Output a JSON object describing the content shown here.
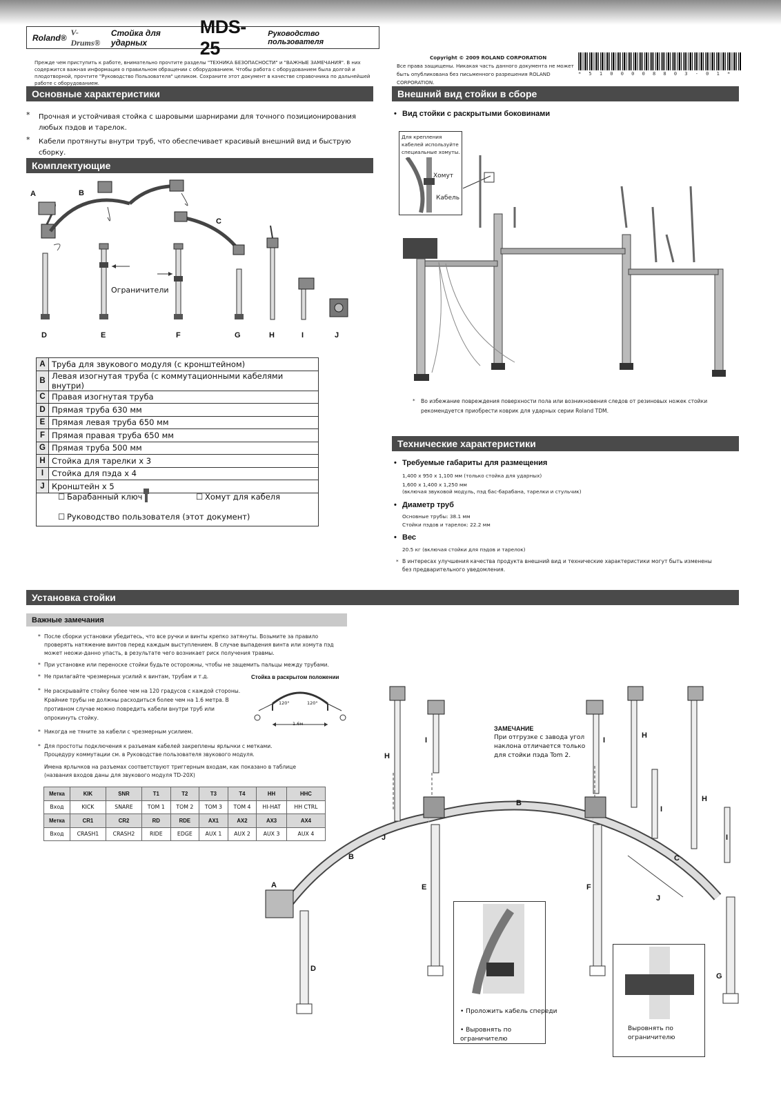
{
  "header": {
    "brand": "Roland®",
    "line": "V-Drums®",
    "product_prefix": "Стойка для ударных",
    "model": "MDS-25",
    "doc_type": "Руководство пользователя"
  },
  "intro": "Прежде чем приступить к работе, внимательно прочтите разделы \"ТЕХНИКА БЕЗОПАСНОСТИ\" и \"ВАЖНЫЕ ЗАМЕЧАНИЯ\". В них содержится важная информация о правильном обращении с оборудованием. Чтобы работа с оборудованием была долгой и плодотворной, прочтите \"Руководство Пользователя\" целиком. Сохраните этот документ в качестве справочника по дальнейшей работе с оборудованием.",
  "copyright": {
    "title": "Copyright © 2009 ROLAND CORPORATION",
    "line1": "Все права защищены. Никакая часть данного документа не может",
    "line2": "быть опубликована без письменного разрешения ROLAND CORPORATION."
  },
  "barcode_number": "* 5 1 0 0 0 0 8 8 0 3 - 0 1 *",
  "features": {
    "heading": "Основные характеристики",
    "items": [
      "Прочная и устойчивая стойка с шаровыми шарнирами для точного позиционирования любых пэдов и тарелок.",
      "Кабели протянуты внутри труб, что обеспечивает красивый внешний вид и быструю сборку."
    ]
  },
  "components": {
    "heading": "Комплектующие",
    "diagram_letters": [
      "A",
      "B",
      "C",
      "D",
      "E",
      "F",
      "G",
      "H",
      "I",
      "J"
    ],
    "limiter_label": "Ограничители",
    "rows": [
      {
        "key": "A",
        "text": "Труба для звукового модуля (с кронштейном)"
      },
      {
        "key": "B",
        "text": "Левая изогнутая труба (с коммутационными кабелями внутри)"
      },
      {
        "key": "C",
        "text": "Правая изогнутая труба"
      },
      {
        "key": "D",
        "text": "Прямая труба 630 мм"
      },
      {
        "key": "E",
        "text": "Прямая левая труба 650 мм"
      },
      {
        "key": "F",
        "text": "Прямая правая труба 650 мм"
      },
      {
        "key": "G",
        "text": "Прямая труба 500 мм"
      },
      {
        "key": "H",
        "text": "Стойка для тарелки x 3"
      },
      {
        "key": "I",
        "text": "Стойка для пэда x 4"
      },
      {
        "key": "J",
        "text": "Кронштейн x 5"
      }
    ],
    "extras": [
      "Барабанный ключ",
      "Хомут для кабеля",
      "Руководство пользователя (этот документ)"
    ]
  },
  "assembled": {
    "heading": "Внешний вид стойки в сборе",
    "bullet": "Вид стойки с раскрытыми боковинами",
    "inset_text": "Для крепления кабелей используйте специальные хомуты.",
    "clamp_label": "Хомут",
    "cable_label": "Кабель",
    "footnote": "Во избежание повреждения поверхности пола или возникновения следов от резиновых ножек стойки рекомендуется приобрести коврик для ударных серии Roland TDM."
  },
  "specs": {
    "heading": "Технические характеристики",
    "groups": [
      {
        "title": "Требуемые габариты для размещения",
        "lines": [
          "1,400 x 950 x 1,100 мм (только стойка для ударных)",
          "1,600 x 1,400 x 1,250 мм",
          "(включая звуковой модуль, пэд бас-барабана, тарелки и стульчик)"
        ]
      },
      {
        "title": "Диаметр труб",
        "lines": [
          "Основные трубы: 38.1 мм",
          "Стойки пэдов и тарелок: 22.2 мм"
        ]
      },
      {
        "title": "Вес",
        "lines": [
          "20.5 кг (включая стойки для пэдов и тарелок)"
        ]
      }
    ],
    "footnote": "В интересах улучшения качества продукта внешний вид и технические характеристики могут быть изменены без предварительного уведомления."
  },
  "setup": {
    "heading": "Установка стойки",
    "subheading": "Важные замечания",
    "notes": [
      "После сборки установки убедитесь, что все ручки и винты крепко затянуты. Возьмите за правило проверять натяжение винтов перед каждым выступлением. В случае выпадения винта или хомута пэд может неожи-данно упасть, в результате чего возникает риск получения травмы.",
      "При установке или переноске стойки будьте осторожны, чтобы не защемить пальцы между трубами.",
      "Не прилагайте чрезмерных усилий к винтам, трубам и т.д.",
      "Не раскрывайте стойку более чем на 120 градусов с каждой стороны.  Крайние трубы не должны расходиться более чем на 1.6 метра. В противном случае можно повредить кабели внутри труб или опрокинуть стойку.",
      "Никогда не тяните за кабели с чрезмерным усилием.",
      "Для простоты подключения к разъемам кабелей закреплены ярлычки с метками. Процедуру коммутации см. в Руководстве пользователя звукового модуля."
    ],
    "open_caption": "Стойка в раскрытом положении",
    "angle_left": "120°",
    "angle_right": "120°",
    "span": "1.6м",
    "table_intro": "Имена ярлычков на разъемах соответствуют триггерным входам, как показано в таблице (названия входов даны для звукового модуля TD-20X)",
    "table": [
      [
        "Метка",
        "KIK",
        "SNR",
        "T1",
        "T2",
        "T3",
        "T4",
        "HH",
        "HHC"
      ],
      [
        "Вход",
        "KICK",
        "SNARE",
        "TOM 1",
        "TOM 2",
        "TOM 3",
        "TOM 4",
        "HI-HAT",
        "HH CTRL"
      ],
      [
        "Метка",
        "CR1",
        "CR2",
        "RD",
        "RDE",
        "AX1",
        "AX2",
        "AX3",
        "AX4"
      ],
      [
        "Вход",
        "CRASH1",
        "CRASH2",
        "RIDE",
        "EDGE",
        "AUX 1",
        "AUX 2",
        "AUX 3",
        "AUX 4"
      ]
    ],
    "remark_title": "ЗАМЕЧАНИЕ",
    "remark_text": "При отгрузке с завода угол наклона отличается только для стойки пэда Tom 2.",
    "callout_left": [
      "Проложить кабель спереди",
      "Выровнять по ограничителю"
    ],
    "callout_right": "Выровнять по ограничителю",
    "diagram_letters": {
      "H1": "H",
      "I1": "I",
      "B1": "B",
      "I2": "I",
      "H2": "H",
      "I3": "I",
      "H3": "H",
      "I4": "I",
      "J1": "J",
      "B2": "B",
      "A": "A",
      "E": "E",
      "F": "F",
      "C": "C",
      "J2": "J",
      "D": "D",
      "G": "G"
    }
  }
}
